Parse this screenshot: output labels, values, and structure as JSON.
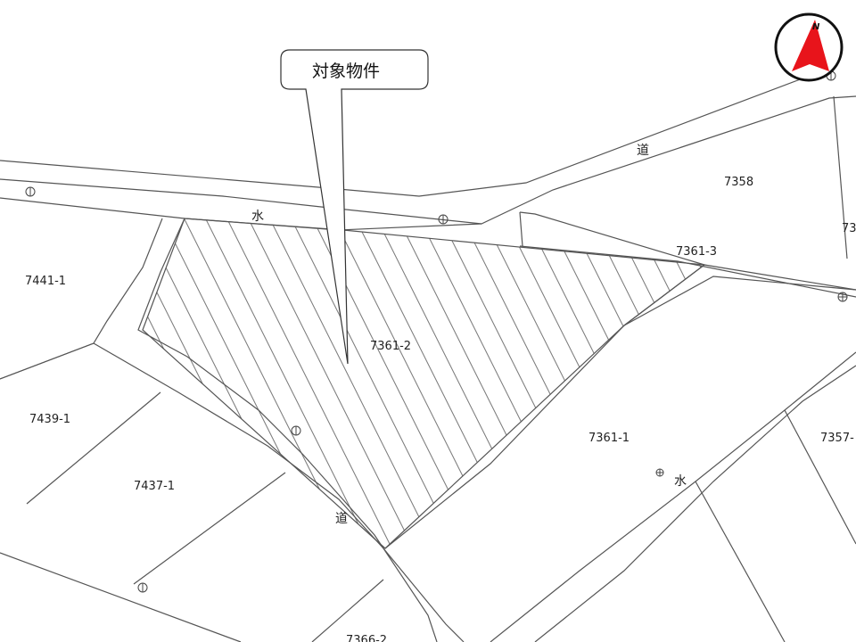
{
  "callout": {
    "label": "対象物件"
  },
  "compass": {
    "north_label": "N",
    "needle_color": "#e8141b"
  },
  "hatch_color": "#777777",
  "roads": {
    "upper_road_label": "道",
    "upper_water_label": "水",
    "lower_road_label": "道",
    "lower_water_label": "水"
  },
  "parcels": {
    "target": "7361-2",
    "p7361_1": "7361-1",
    "p7361_3": "7361-3",
    "p7358": "7358",
    "p7441_1": "7441-1",
    "p7439_1": "7439-1",
    "p7437_1": "7437-1",
    "p7357": "7357-",
    "p7366_2": "7366-2",
    "edge_partial": "73"
  }
}
